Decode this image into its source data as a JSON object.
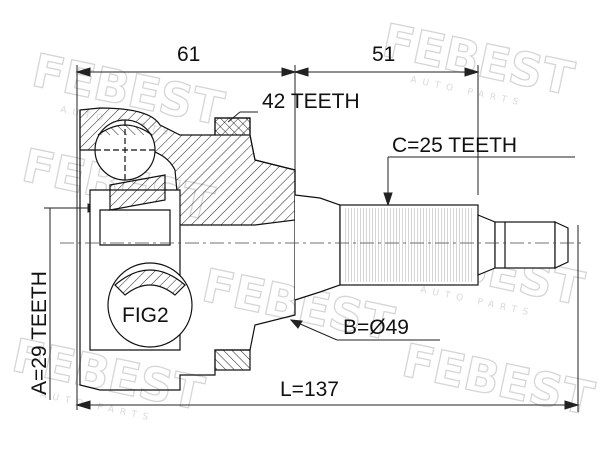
{
  "watermark": {
    "brand": "FEBEST",
    "sub": "AUTO PARTS"
  },
  "dimensions": {
    "outer_length": "61",
    "shaft_length": "51",
    "total_length": "L=137"
  },
  "labels": {
    "outer_teeth": "42 TEETH",
    "shaft_teeth": "C=25 TEETH",
    "inner_teeth": "A=29 TEETH",
    "diameter": "B=Ø49",
    "figure": "FIG2"
  }
}
